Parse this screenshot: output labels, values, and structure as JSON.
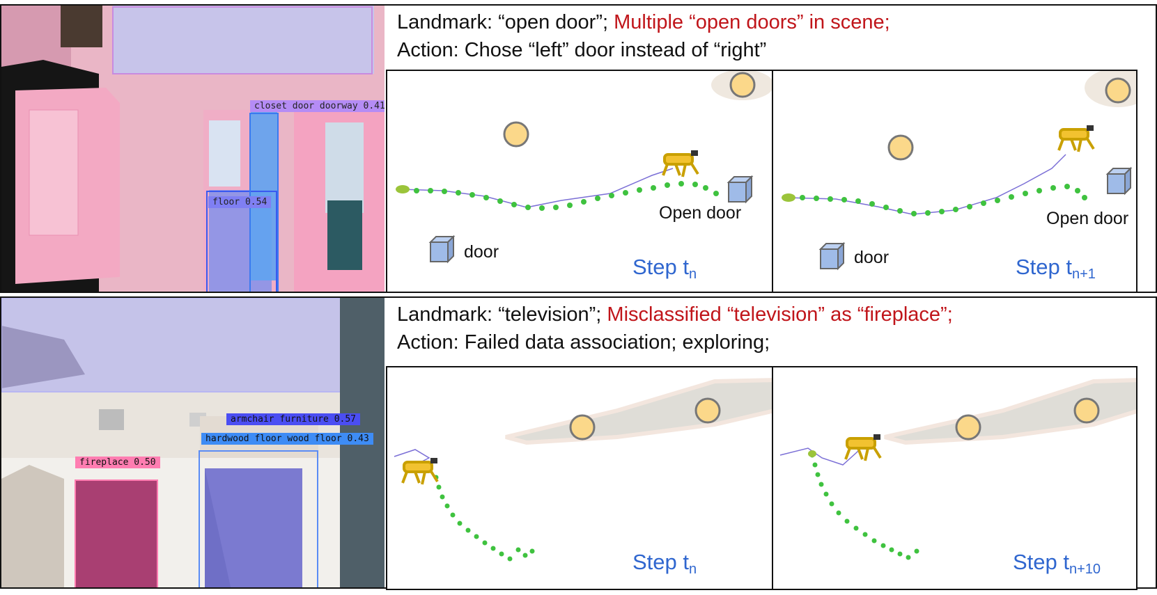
{
  "rows": [
    {
      "detections": [
        {
          "label": "closet door doorway 0.41"
        },
        {
          "label": "floor 0.54"
        }
      ],
      "caption_line1": {
        "prefix": "Landmark: “open door”; ",
        "highlight": "Multiple “open doors” in scene;"
      },
      "caption_line2": "Action: Chose “left” door instead of “right”",
      "panels": [
        {
          "labels": [
            "Open door",
            "door"
          ],
          "step": {
            "text": "Step t",
            "sub": "n"
          }
        },
        {
          "labels": [
            "Open door",
            "door"
          ],
          "step": {
            "text": "Step t",
            "sub": "n+1"
          }
        }
      ]
    },
    {
      "detections": [
        {
          "label": "armchair furniture 0.57"
        },
        {
          "label": "hardwood floor wood floor 0.43"
        },
        {
          "label": "fireplace 0.50"
        }
      ],
      "caption_line1": {
        "prefix": "Landmark: “television”; ",
        "highlight": "Misclassified “television” as “fireplace”;"
      },
      "caption_line2": "Action: Failed data association; exploring;",
      "panels": [
        {
          "step": {
            "text": "Step t",
            "sub": "n"
          }
        },
        {
          "step": {
            "text": "Step t",
            "sub": "n+10"
          }
        }
      ]
    }
  ],
  "colors": {
    "highlight_red": "#c0151a",
    "step_blue": "#2f66cf",
    "trajectory_green": "#3fc23f",
    "path_purple": "#7b6fd6",
    "landmark_yellow": "#fbd88a",
    "door_cube_blue": "#9fbbe8"
  }
}
